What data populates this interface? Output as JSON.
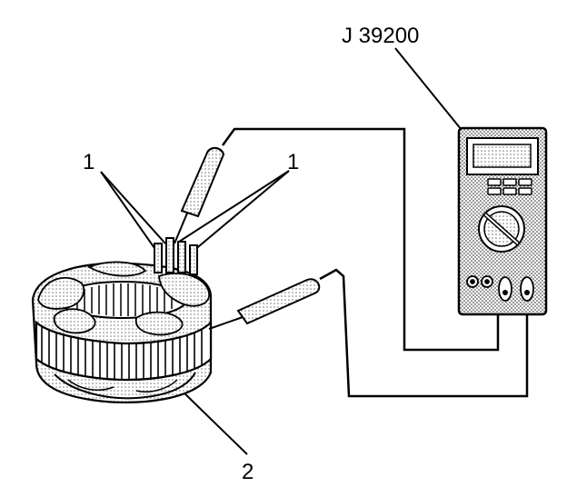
{
  "callouts": {
    "meter": "J 39200",
    "terminal_left": "1",
    "terminal_right": "1",
    "stator": "2"
  },
  "colors": {
    "line": "#000000",
    "background": "#ffffff",
    "shading": "#b8b8b8",
    "meter_body": "#c8c8c8",
    "display": "#e6e6e6"
  }
}
